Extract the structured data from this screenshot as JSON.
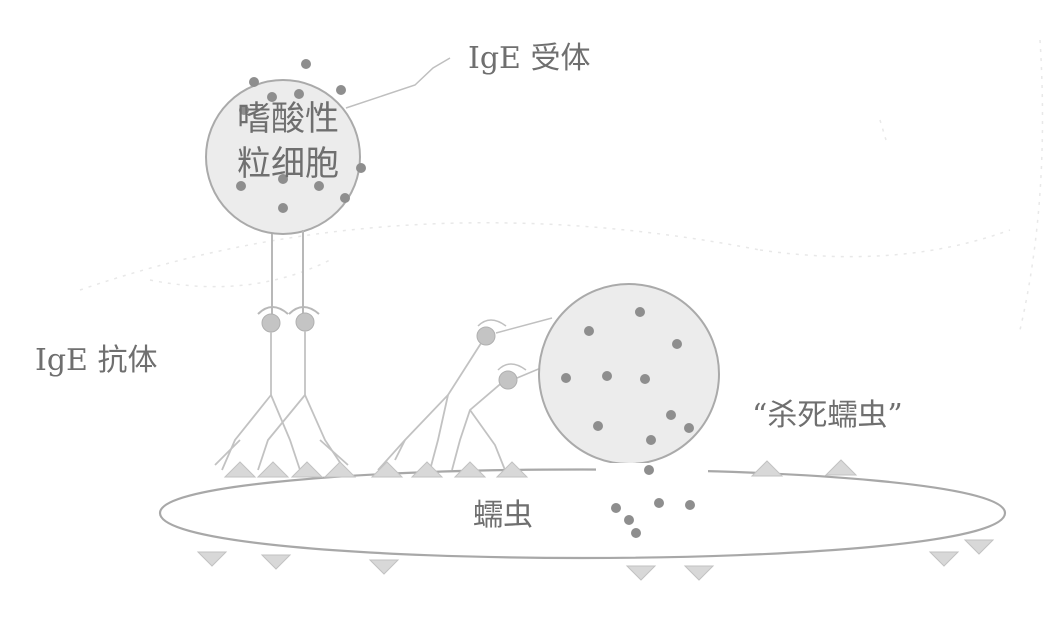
{
  "labels": {
    "eosinophil_line1": "嗜酸性",
    "eosinophil_line2": "粒细胞",
    "ige_receptor": "IgE 受体",
    "ige_antibody": "IgE 抗体",
    "kill_parasite": "“杀死蠕虫”",
    "parasite": "蠕虫"
  },
  "colors": {
    "cell_fill": "#ececec",
    "outline": "#aaaaaa",
    "granule": "#8e8e8e",
    "receptor": "#c4c4c4",
    "text": "#6f6f6f"
  }
}
